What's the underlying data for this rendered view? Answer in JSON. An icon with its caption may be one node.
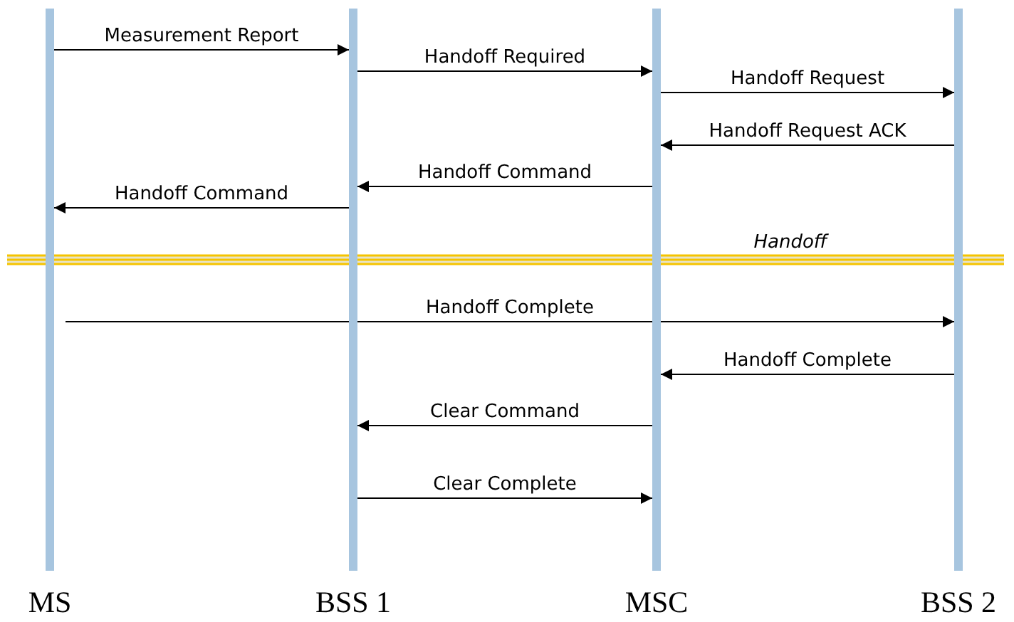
{
  "diagram": {
    "nodes": [
      {
        "text": [
          "MS"
        ]
      },
      {
        "text": [
          "BSS 1"
        ]
      },
      {
        "text": [
          "MSC"
        ]
      },
      {
        "text": [
          "BSS 2"
        ]
      }
    ],
    "edges": [
      {
        "from": 0,
        "to": 1,
        "arrow": "to",
        "label": "Measurement Report"
      },
      {
        "from": 1,
        "to": 2,
        "arrow": "to",
        "label": "Handoff Required"
      },
      {
        "from": 2,
        "to": 3,
        "arrow": "to",
        "label": "Handoff Request"
      },
      {
        "from": 3,
        "to": 2,
        "arrow": "to",
        "label": "Handoff Request ACK"
      },
      {
        "from": 2,
        "to": 1,
        "arrow": "to",
        "label": "Handoff Command"
      },
      {
        "from": 1,
        "to": 0,
        "arrow": "to",
        "label": "Handoff Command"
      },
      {
        "from": 0,
        "to": 3,
        "arrow": "to",
        "label": "Handoff Complete"
      },
      {
        "from": 3,
        "to": 2,
        "arrow": "to",
        "label": "Handoff Complete"
      },
      {
        "from": 2,
        "to": 1,
        "arrow": "to",
        "label": "Clear Command"
      },
      {
        "from": 1,
        "to": 2,
        "arrow": "to",
        "label": "Clear Complete"
      }
    ],
    "labels": [
      "Handoff"
    ]
  }
}
